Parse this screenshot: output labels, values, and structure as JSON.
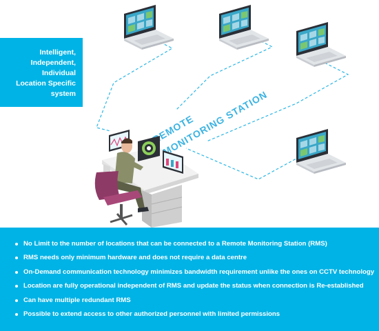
{
  "callout": {
    "lines": [
      "Intelligent,",
      "Independent,",
      "Individual",
      "Location Specific",
      "system"
    ]
  },
  "station_label": [
    "REMOTE",
    "MONITORING STATION"
  ],
  "features": [
    "No Limit to the number of locations that can be connected to a Remote Monitoring Station (RMS)",
    "RMS needs only minimum hardware and does not require a data centre",
    "On-Demand communication technology minimizes bandwidth requirement unlike the ones on CCTV technology",
    "Location are fully operational independent of RMS and update the status when connection is Re-established",
    "Can have multiple redundant RMS",
    "Possible to extend access to other authorized personnel with limited permissions"
  ],
  "colors": {
    "accent": "#00b3e6",
    "dashed_link": "#29b6e6",
    "chair": "#8e3a66",
    "desk": "#eeeeee",
    "screen": "#3aa7c8"
  }
}
